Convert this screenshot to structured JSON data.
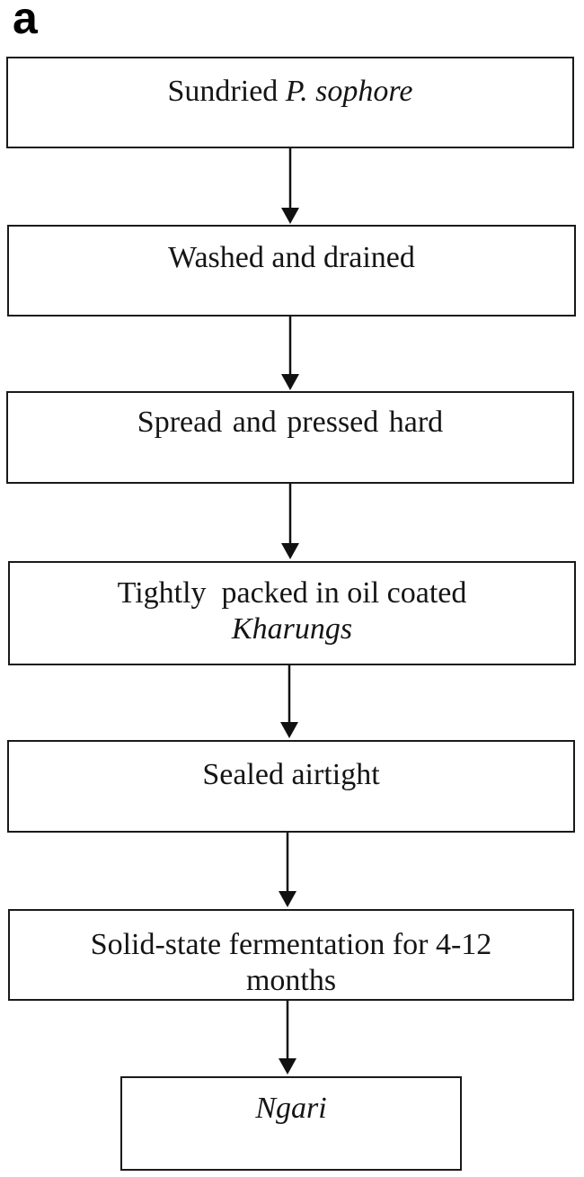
{
  "panel_label": "a",
  "steps": [
    {
      "text": "Sundried ",
      "italic": "P. sophore"
    },
    {
      "text": "Washed and drained"
    },
    {
      "text": "Spread and pressed hard"
    },
    {
      "text": "Tightly  packed in oil coated",
      "italic": "Kharungs"
    },
    {
      "text": "Sealed airtight"
    },
    {
      "text": "Solid-state fermentation for 4-12",
      "text2": "months"
    },
    {
      "text": "",
      "italic": "Ngari"
    }
  ]
}
